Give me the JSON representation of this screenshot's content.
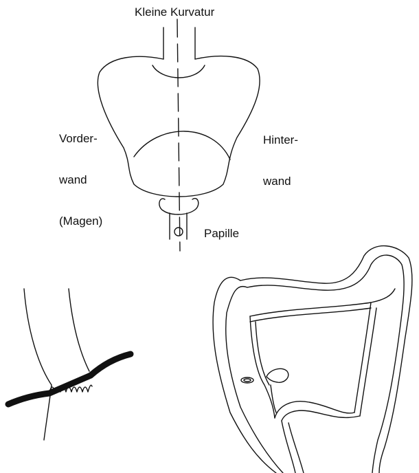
{
  "stomach_diagram": {
    "top_label": "Kleine Kurvatur",
    "left_label": [
      "Vorder-",
      "wand",
      "(Magen)"
    ],
    "right_label": [
      "Hinter-",
      "wand"
    ],
    "papilla_label": "Papille"
  }
}
